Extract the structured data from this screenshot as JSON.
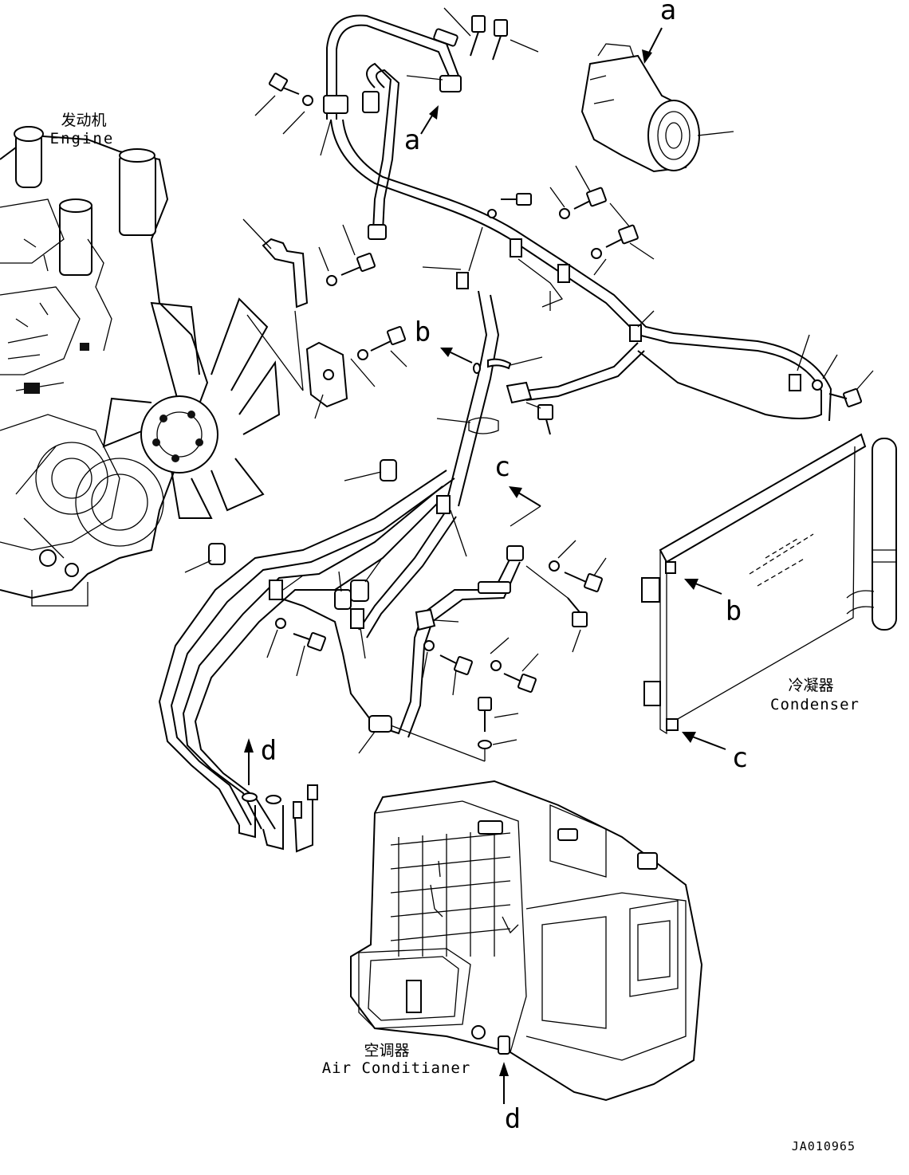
{
  "components": {
    "engine": {
      "label_zh": "发动机",
      "label_en": "Engine"
    },
    "condenser": {
      "label_zh": "冷凝器",
      "label_en": "Condenser"
    },
    "air_conditioner": {
      "label_zh": "空调器",
      "label_en": "Air Conditianer"
    }
  },
  "callouts": {
    "a_top": "a",
    "a_compressor": "a",
    "b_hose": "b",
    "b_condenser": "b",
    "c_hose": "c",
    "c_condenser": "c",
    "d_pipes": "d",
    "d_unit": "d"
  },
  "drawing_number": "JA010965"
}
